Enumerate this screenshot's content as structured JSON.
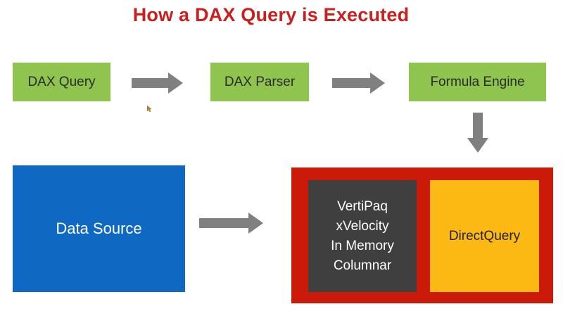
{
  "title": "How a DAX Query is Executed",
  "nodes": {
    "dax_query": "DAX Query",
    "dax_parser": "DAX Parser",
    "formula_engine": "Formula Engine",
    "data_source": "Data Source",
    "vertipaq_lines": [
      "VertiPaq",
      "xVelocity",
      "In Memory",
      "Columnar"
    ],
    "directquery": "DirectQuery"
  },
  "colors": {
    "title": "#c8201e",
    "green_box": "#8fc54e",
    "arrow": "#808080",
    "storage_frame": "#cc1a0a",
    "vertipaq_box": "#3f3f3f",
    "directquery_box": "#fdb913",
    "data_source_box": "#0f68c2"
  }
}
